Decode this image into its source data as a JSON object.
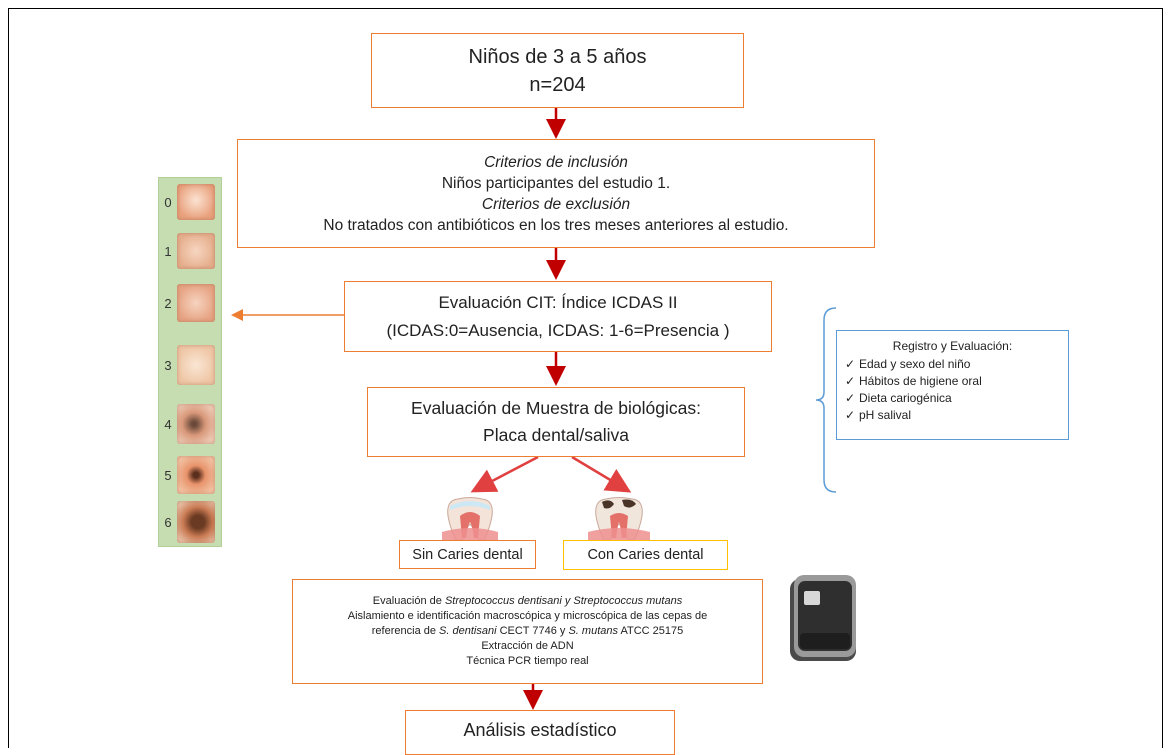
{
  "boxes": {
    "study_group": {
      "line1": "Niños de 3 a 5 años",
      "line2": "n=204"
    },
    "criteria": {
      "inclusion_title": "Criterios de inclusión",
      "inclusion_text": "Niños participantes del estudio 1.",
      "exclusion_title": "Criterios de exclusión",
      "exclusion_text": "No tratados con antibióticos en los tres meses anteriores al estudio."
    },
    "icdas": {
      "line1": "Evaluación CIT: Índice ICDAS II",
      "line2": "(ICDAS:0=Ausencia, ICDAS: 1-6=Presencia )"
    },
    "samples": {
      "line1": "Evaluación de Muestra de biológicas:",
      "line2": "Placa dental/saliva"
    },
    "no_caries": "Sin Caries dental",
    "with_caries": "Con Caries dental",
    "lab": {
      "l1_pre": "Evaluación de ",
      "l1_it": "Streptococcus dentisani y Streptococcus mutans",
      "l2": "Aislamiento e identificación macroscópica y microscópica de las cepas de",
      "l3_a": "referencia de ",
      "l3_it1": "S. dentisani",
      "l3_b": " CECT 7746 y ",
      "l3_it2": "S. mutans",
      "l3_c": " ATCC 25175",
      "l4": "Extracción de ADN",
      "l5": "Técnica PCR tiempo real"
    },
    "stats": "Análisis estadístico"
  },
  "registro": {
    "title": "Registro y Evaluación:",
    "check": "✓",
    "items": [
      "Edad y sexo del niño",
      "Hábitos de higiene oral",
      "Dieta cariogénica",
      "pH salival"
    ]
  },
  "icdas_scale": {
    "codes": [
      "0",
      "1",
      "2",
      "3",
      "4",
      "5",
      "6"
    ],
    "colors": [
      "#E9A27E",
      "#E6B08F",
      "#E7A585",
      "#EFC7A6",
      "#D9987A",
      "#E8936B",
      "#C97A53"
    ]
  },
  "colors": {
    "box_border": "#ED7D31",
    "arrow": "#C00000",
    "bracket": "#5B9BD5",
    "dental_bg": "#C5DDB0",
    "caries_border": "#FFC000"
  }
}
